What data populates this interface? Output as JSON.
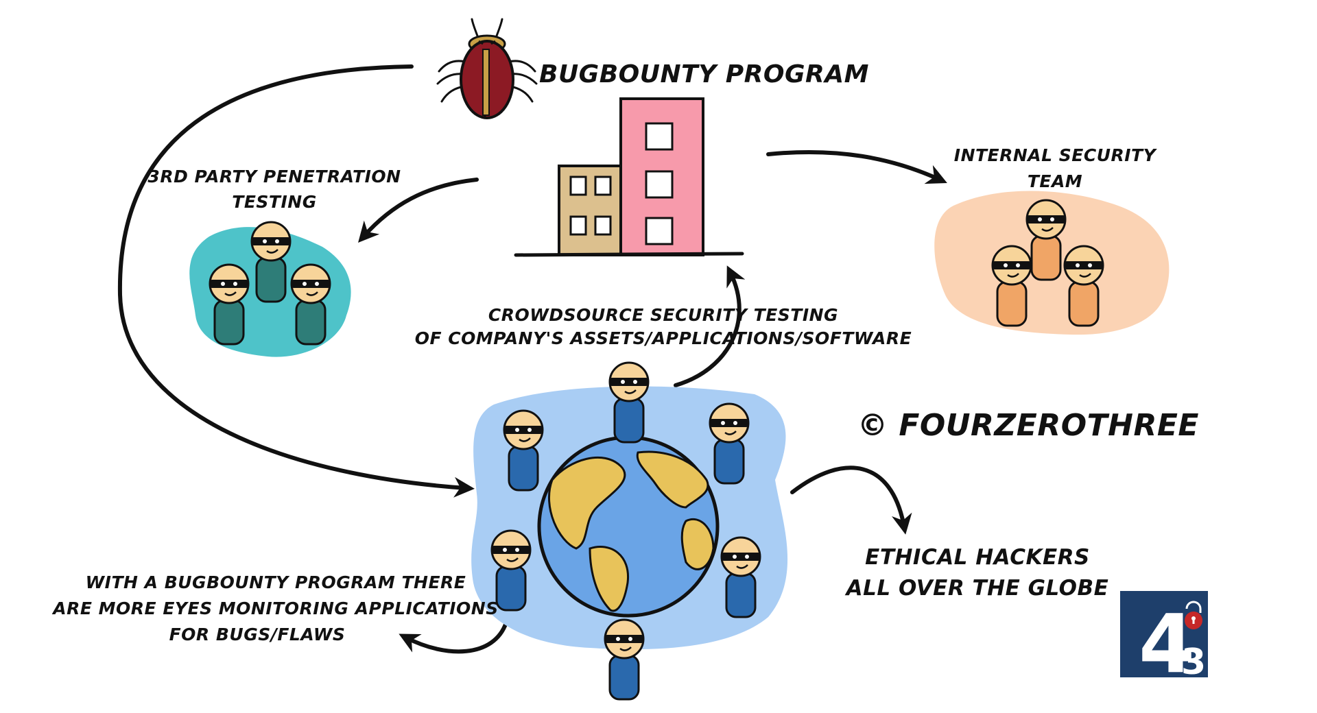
{
  "title": "BUGBOUNTY PROGRAM",
  "third_party": {
    "line1": "3RD PARTY PENETRATION",
    "line2": "TESTING"
  },
  "internal": {
    "line1": "INTERNAL SECURITY",
    "line2": "TEAM"
  },
  "crowdsource": {
    "line1": "CROWDSOURCE SECURITY TESTING",
    "line2": "OF COMPANY'S ASSETS/APPLICATIONS/SOFTWARE"
  },
  "copyright": "© FOURZEROTHREE",
  "ethical": {
    "line1": "ETHICAL HACKERS",
    "line2": "ALL OVER THE GLOBE"
  },
  "bottom_note": {
    "line1": "WITH A BUGBOUNTY PROGRAM THERE",
    "line2": "ARE MORE EYES MONITORING APPLICATIONS",
    "line3": "FOR BUGS/FLAWS"
  },
  "logo": {
    "big": "4",
    "small": "3"
  },
  "colors": {
    "teal_blob": "#4ec3c9",
    "teal_body": "#2e7d78",
    "peach_blob": "#fbd3b4",
    "orange_body": "#f0a566",
    "blue_blob": "#a9cdf4",
    "blue_body": "#2a69ad",
    "skin": "#f7d49a",
    "building_pink": "#f79aab",
    "building_tan": "#dcc08e",
    "ocean": "#6aa4e6",
    "land": "#e8c35a",
    "bug_red": "#8c1a24",
    "logo_blue": "#1e3f6b"
  }
}
